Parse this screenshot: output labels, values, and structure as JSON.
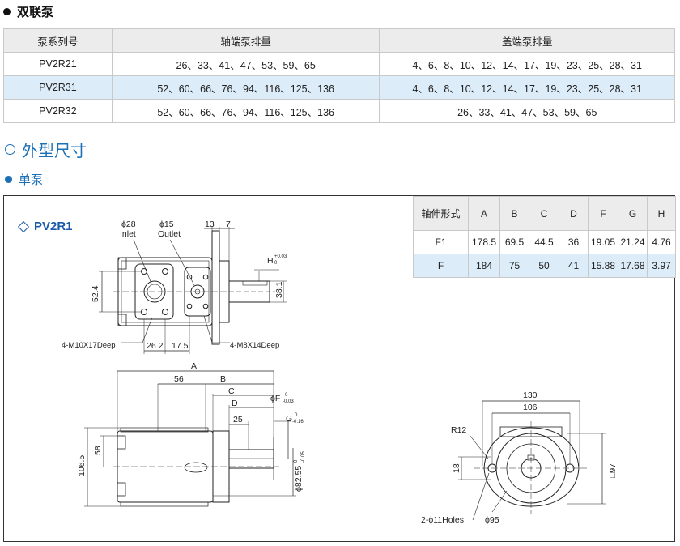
{
  "header": {
    "title": "双联泵"
  },
  "displacement_table": {
    "headers": [
      "泵系列号",
      "轴端泵排量",
      "盖端泵排量"
    ],
    "rows": [
      [
        "PV2R21",
        "26、33、41、47、53、59、65",
        "4、6、8、10、12、14、17、19、23、25、28、31"
      ],
      [
        "PV2R31",
        "52、60、66、76、94、116、125、136",
        "4、6、8、10、12、14、17、19、23、25、28、31"
      ],
      [
        "PV2R32",
        "52、60、66、76、94、116、125、136",
        "26、33、41、47、53、59、65"
      ]
    ]
  },
  "section_title": "外型尺寸",
  "subsection_title": "单泵",
  "model": "PV2R1",
  "shaft_table": {
    "headers": [
      "轴伸形式",
      "A",
      "B",
      "C",
      "D",
      "F",
      "G",
      "H"
    ],
    "rows": [
      [
        "F1",
        "178.5",
        "69.5",
        "44.5",
        "36",
        "19.05",
        "21.24",
        "4.76"
      ],
      [
        "F",
        "184",
        "75",
        "50",
        "41",
        "15.88",
        "17.68",
        "3.97"
      ]
    ]
  },
  "drawing_labels": {
    "inlet_dia": "ϕ28",
    "inlet": "Inlet",
    "outlet_dia": "ϕ15",
    "outlet": "Outlet",
    "dim_13": "13",
    "dim_7": "7",
    "h_dim": "H",
    "h_tol_upper": "+0.03",
    "h_tol_lower": "0",
    "dim_52_4": "52.4",
    "dim_38_1": "38.1",
    "dim_26_2": "26.2",
    "dim_17_5": "17.5",
    "thread_m10": "4-M10X17Deep",
    "thread_m8": "4-M8X14Deep",
    "dim_a": "A",
    "dim_56": "56",
    "dim_b": "B",
    "dim_c": "C",
    "dim_d": "D",
    "dim_25": "25",
    "dim_f": "ϕF",
    "f_tol_upper": "0",
    "f_tol_lower": "-0.03",
    "dim_g": "G",
    "g_tol_upper": "0",
    "g_tol_lower": "-0.16",
    "dim_106_5": "106.5",
    "dim_58": "58",
    "dim_82_55": "ϕ82.55",
    "dim_82_55_tol": "-0.05",
    "dim_82_55_tol0": "0",
    "dim_130": "130",
    "dim_106": "106",
    "r12": "R12",
    "dim_18": "18",
    "dim_97": "□97",
    "holes": "2-ϕ11Holes",
    "dim_95": "ϕ95"
  }
}
